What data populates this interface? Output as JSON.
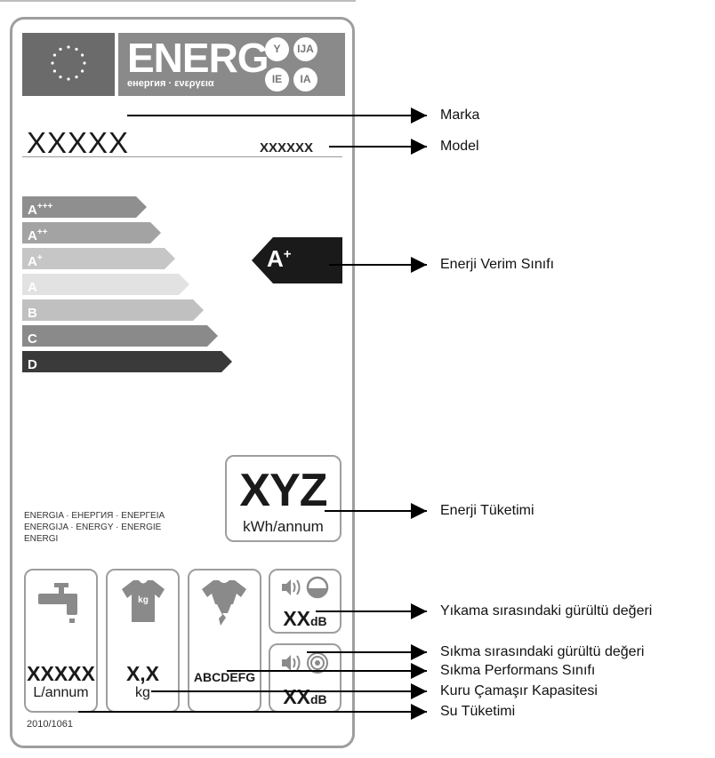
{
  "header": {
    "title": "ENERG",
    "subtitle": "енергия · ενεργεια",
    "circles": [
      "Y",
      "IJA",
      "IE",
      "IA"
    ]
  },
  "label": {
    "brand": "XXXXX",
    "model": "XXXXXX",
    "classes": [
      {
        "base": "A",
        "sup": "+++",
        "color": "#8f8f8f"
      },
      {
        "base": "A",
        "sup": "++",
        "color": "#a3a3a3"
      },
      {
        "base": "A",
        "sup": "+",
        "color": "#c6c6c6"
      },
      {
        "base": "A",
        "sup": "",
        "color": "#e2e2e2"
      },
      {
        "base": "B",
        "sup": "",
        "color": "#c0c0c0"
      },
      {
        "base": "C",
        "sup": "",
        "color": "#8a8a8a"
      },
      {
        "base": "D",
        "sup": "",
        "color": "#3a3a3a"
      }
    ],
    "rating": {
      "base": "A",
      "sup": "+"
    },
    "energy_value": "XYZ",
    "energy_unit": "kWh/annum",
    "energia_lines": [
      "ENERGIA · ЕНЕРГИЯ · ΕΝΕΡΓΕΙΑ",
      "ENERGIJA · ENERGY · ENERGIE",
      "ENERGI"
    ],
    "water_value": "XXXXX",
    "water_unit": "L/annum",
    "capacity_value": "X,X",
    "capacity_unit": "kg",
    "shirt_text": "kg",
    "spin_class": "ABCDEFG",
    "noise_wash": "XX",
    "noise_spin": "XX",
    "noise_unit": "dB",
    "regulation": "2010/1061"
  },
  "callouts": {
    "brand": "Marka",
    "model": "Model",
    "energy_class": "Enerji Verim Sınıfı",
    "energy_consumption": "Enerji Tüketimi",
    "wash_noise": "Yıkama sırasındaki gürültü değeri",
    "spin_noise": "Sıkma sırasındaki gürültü değeri",
    "spin_performance": "Sıkma Performans Sınıfı",
    "dry_capacity": "Kuru Çamaşır Kapasitesi",
    "water_consumption": "Su Tüketimi"
  },
  "colors": {
    "frame": "#9e9e9e",
    "header_dark": "#6b6b6b",
    "header_light": "#8a8a8a",
    "icon": "#8a8a8a",
    "pointer": "#1a1a1a"
  },
  "icons": [
    "eu-stars-icon",
    "water-tap-icon",
    "tshirt-kg-icon",
    "spin-shirt-icon",
    "sound-wash-icon",
    "sound-spin-icon"
  ]
}
